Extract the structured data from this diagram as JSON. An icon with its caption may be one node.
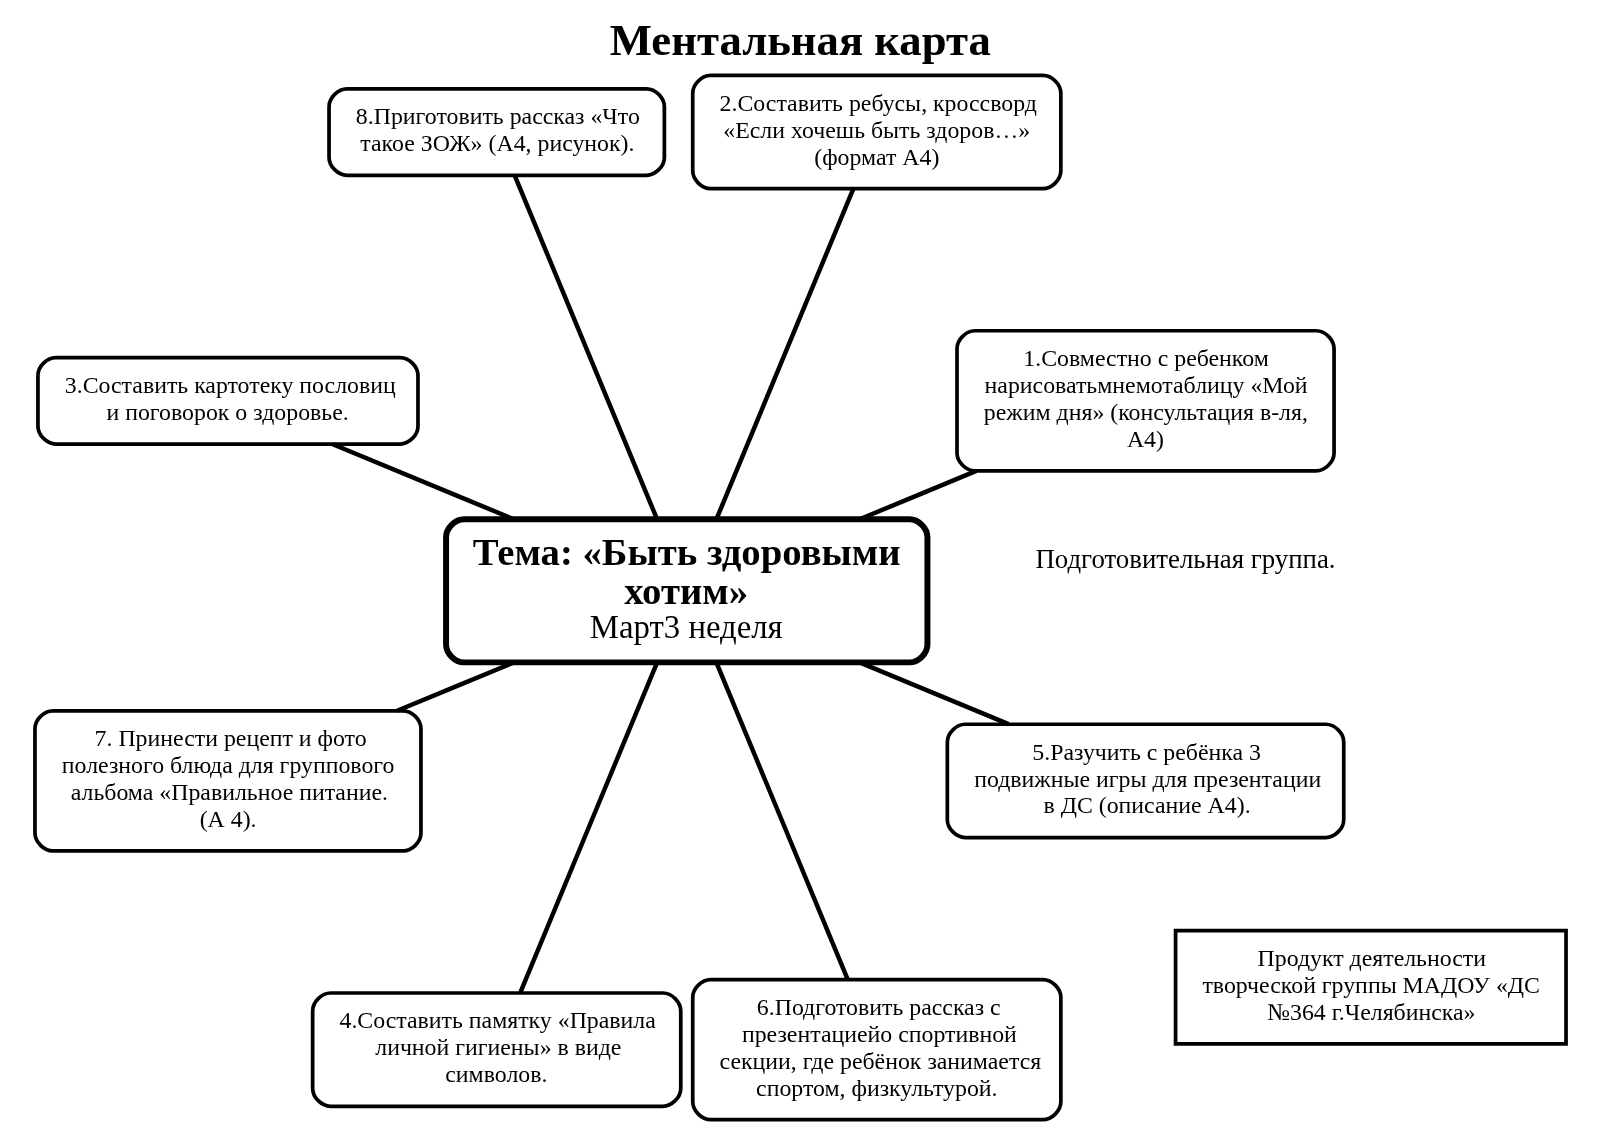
{
  "diagram": {
    "title": "Ментальная карта",
    "nodes": [
      {
        "text": [
          "Продукт деятельности творческой группы МАДОУ «ДС №364 г.Челябинска»"
        ]
      },
      {
        "text": [
          "1.Совместно с ребенком нарисоватьмнемотаблицу «Мой режим дня» (консультация в-ля, А4)"
        ]
      },
      {
        "text": [
          "2.Составить ребусы, кроссворд «Если хочешь быть здоров…» (формат А4)"
        ]
      },
      {
        "text": [
          "8.Приготовить рассказ «Что такое ЗОЖ» (А4, рисунок)."
        ]
      },
      {
        "text": [
          "Тема: «Быть здоровыми хотим»",
          "Март3 неделя"
        ]
      },
      {
        "text": [
          "3.Составить картотеку пословиц и поговорок о здоровье."
        ]
      },
      {
        "text": [
          "7. Принести рецепт и фото полезного блюда для группового альбома «Правильное питание. (А 4)."
        ]
      },
      {
        "text": [
          "4.Составить памятку «Правила личной гигиены» в виде символов."
        ]
      },
      {
        "text": [
          "6.Подготовить рассказ с презентациейо спортивной секции, где ребёнок занимается спортом, физкультурой."
        ]
      },
      {
        "text": [
          "5.Разучить с ребёнка 3 подвижные игры для презентации в ДС (описание А4)."
        ]
      }
    ],
    "edges": [
      {
        "from": 4,
        "to": 1,
        "arrow": "none"
      },
      {
        "from": 4,
        "to": 2,
        "arrow": "none"
      },
      {
        "from": 4,
        "to": 5,
        "arrow": "none"
      },
      {
        "from": 4,
        "to": 7,
        "arrow": "none"
      },
      {
        "from": 4,
        "to": 9,
        "arrow": "none"
      },
      {
        "from": 4,
        "to": 8,
        "arrow": "none"
      },
      {
        "from": 4,
        "to": 6,
        "arrow": "none"
      },
      {
        "from": 4,
        "to": 3,
        "arrow": "none"
      }
    ],
    "labels": [
      "Подготовительная группа."
    ]
  }
}
